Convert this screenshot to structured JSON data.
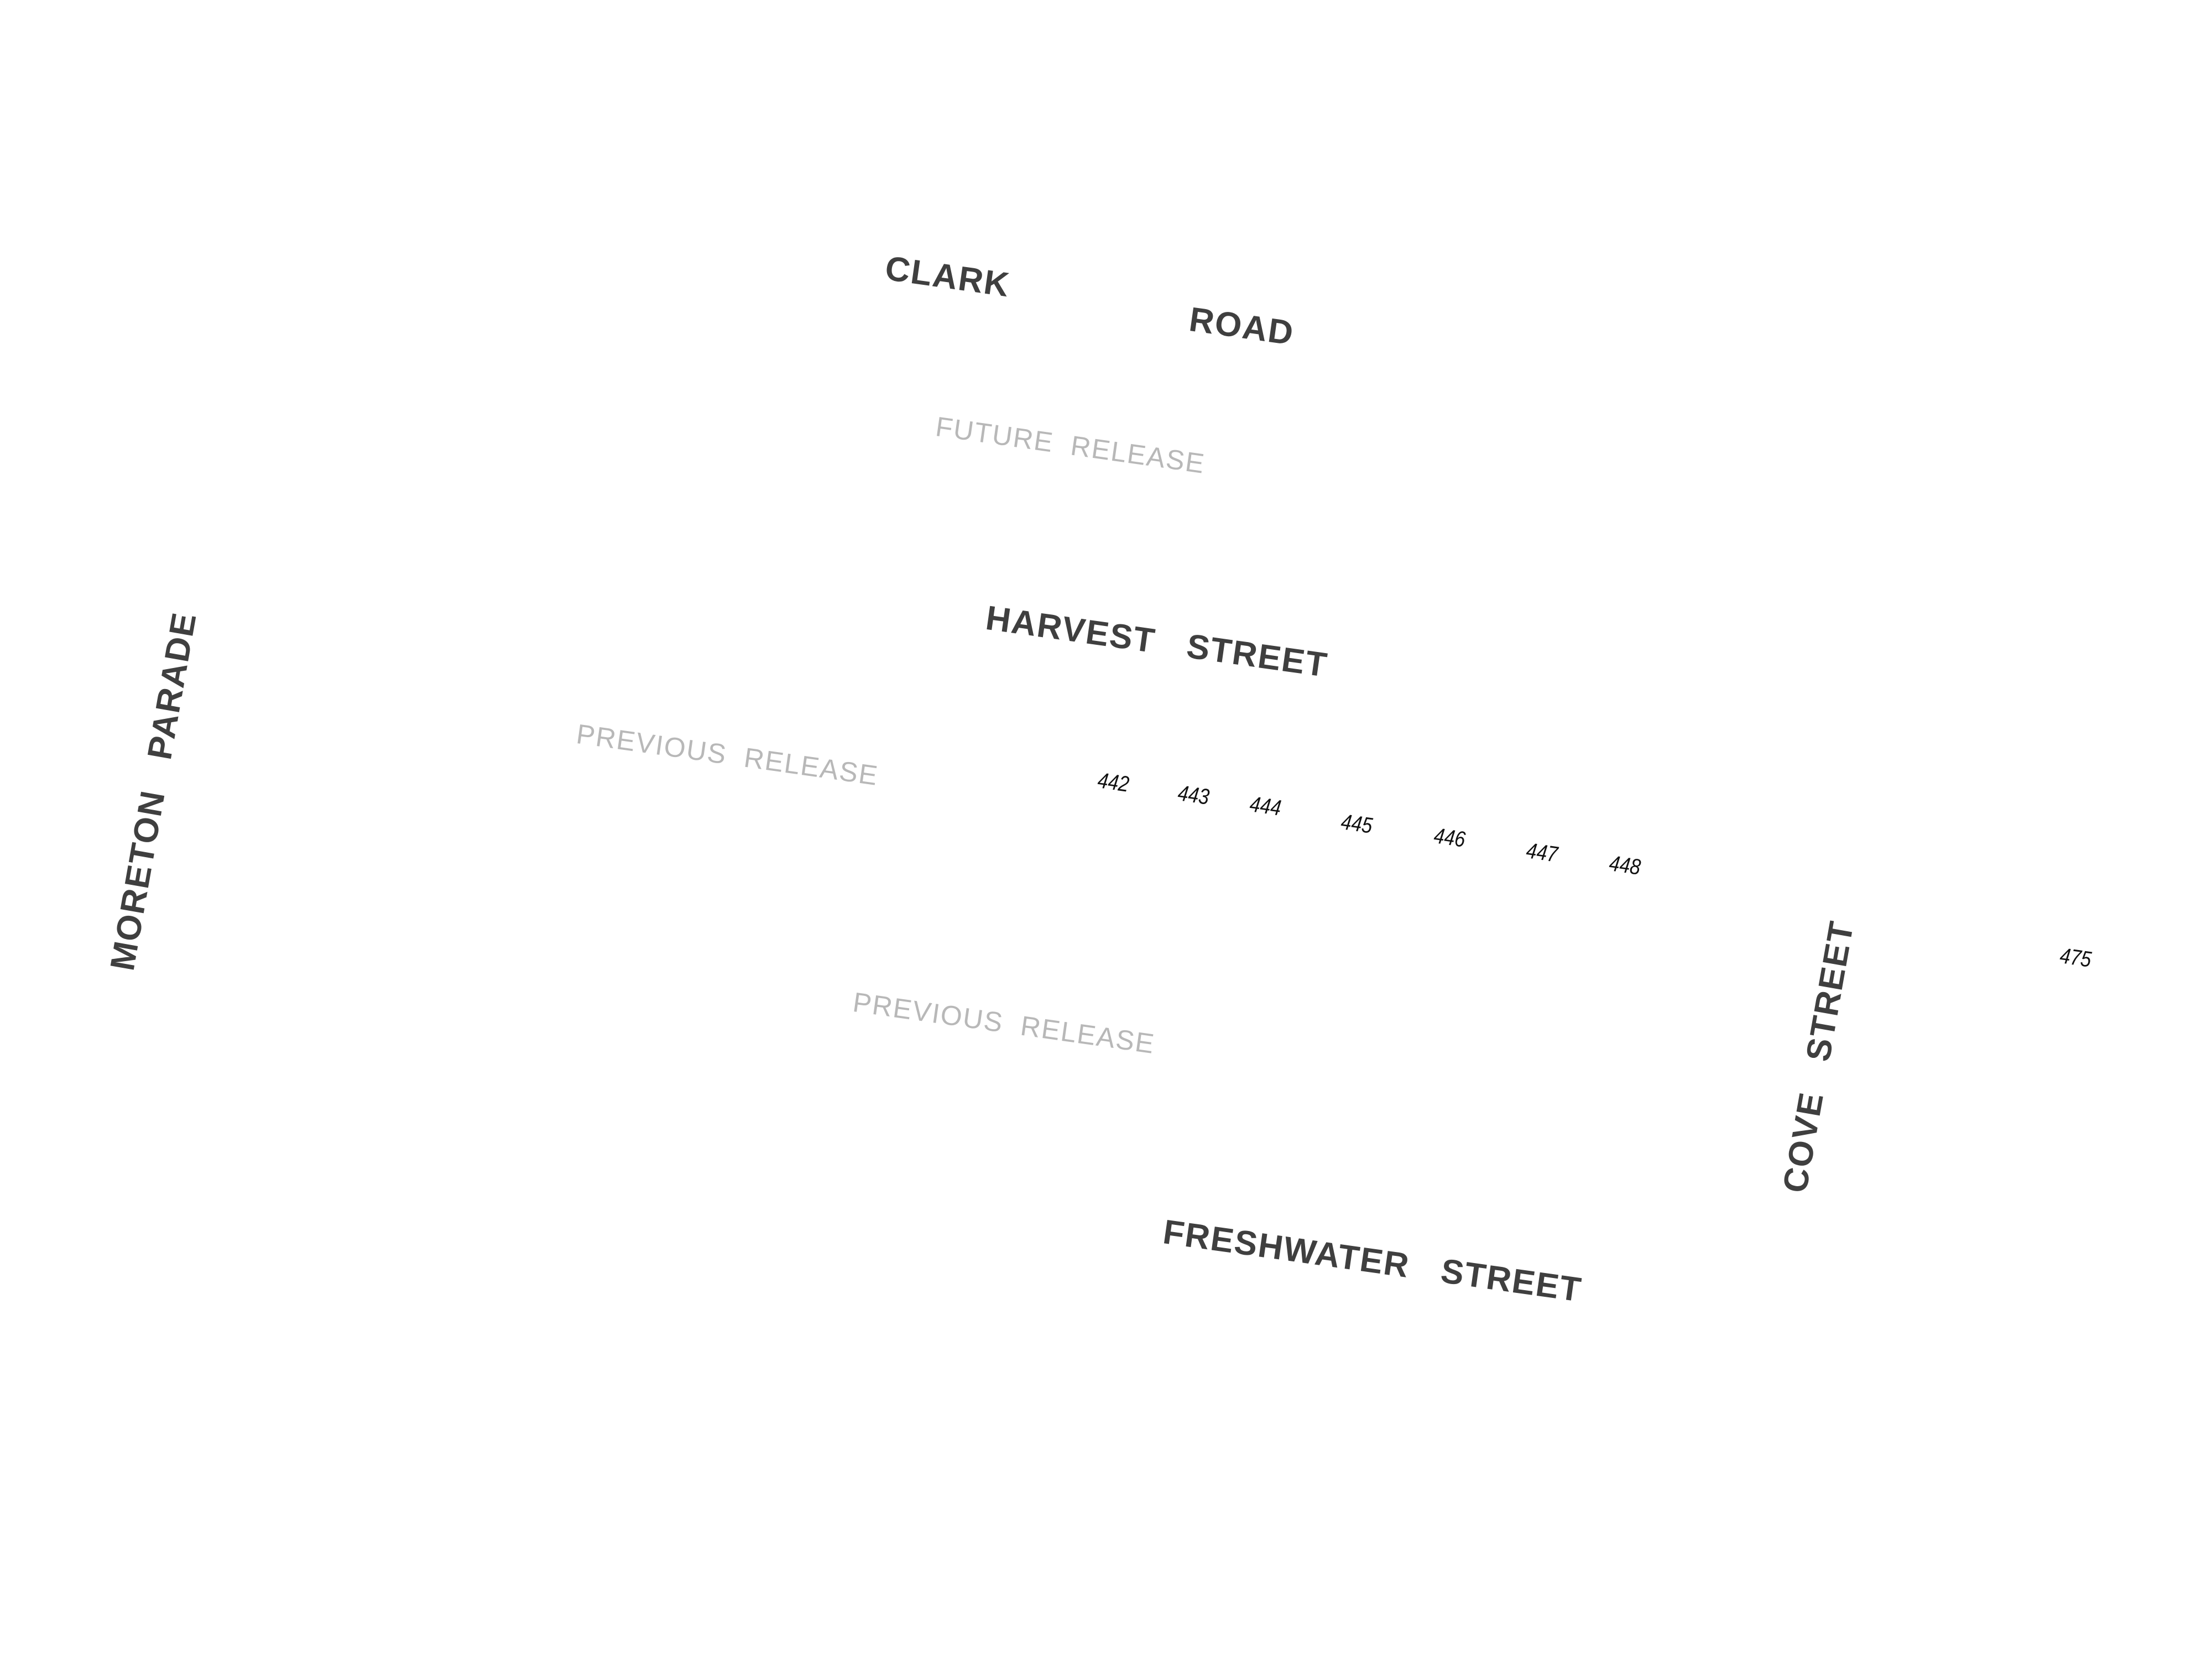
{
  "colors": {
    "background": "#ffffff",
    "street_label": "#3f3f3f",
    "release_label": "#b8b8b8",
    "lot_number": "#111111"
  },
  "streets": {
    "clark": "CLARK",
    "road": "ROAD",
    "harvest": "HARVEST   STREET",
    "freshwater": "FRESHWATER   STREET",
    "moreton": "MORETON   PARADE",
    "cove": "COVE   STREET"
  },
  "releases": {
    "future": "FUTURE  RELEASE",
    "previous_upper": "PREVIOUS  RELEASE",
    "previous_lower": "PREVIOUS  RELEASE"
  },
  "lots": [
    "442",
    "443",
    "444",
    "445",
    "446",
    "447",
    "448",
    "475"
  ]
}
